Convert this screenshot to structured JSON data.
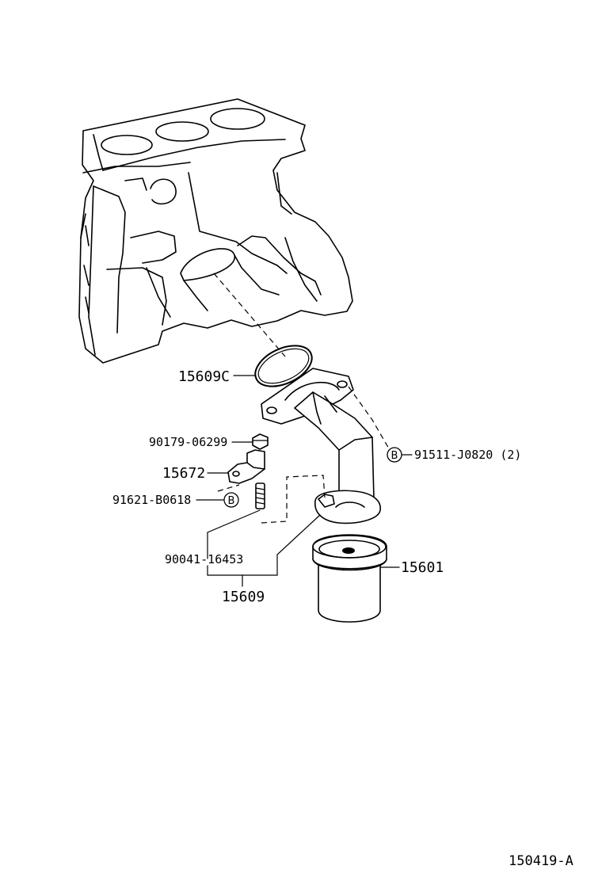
{
  "diagram": {
    "reference_code": "150419-A",
    "callout_marker": "B",
    "parts": [
      {
        "id": "o_ring",
        "number": "15609C"
      },
      {
        "id": "nut",
        "number": "90179-06299"
      },
      {
        "id": "bracket",
        "number": "15672"
      },
      {
        "id": "bracket_bolt",
        "number": "91621-B0618"
      },
      {
        "id": "union_bolt",
        "number": "90041-16453"
      },
      {
        "id": "bracket_assy",
        "number": "15609"
      },
      {
        "id": "filter",
        "number": "15601"
      },
      {
        "id": "flange_bolt",
        "number": "91511-J0820 (2)"
      }
    ]
  }
}
